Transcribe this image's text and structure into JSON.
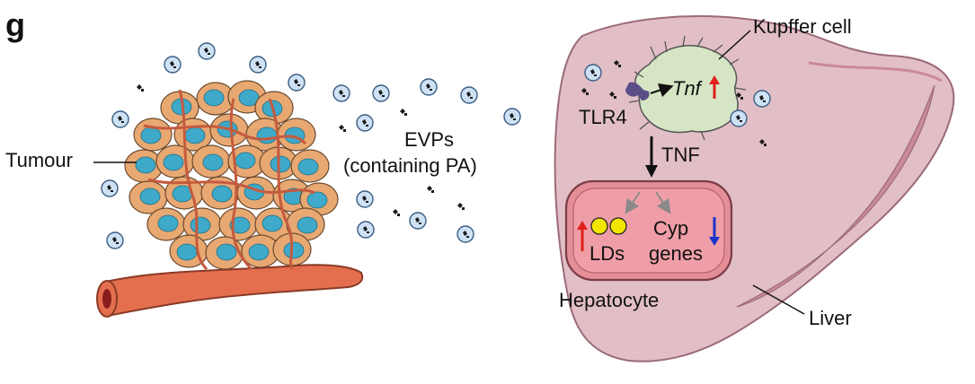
{
  "panel_letter": "g",
  "labels": {
    "tumour": "Tumour",
    "evps_line1": "EVPs",
    "evps_line2": "(containing PA)",
    "kupffer_cell": "Kupffer cell",
    "tlr4": "TLR4",
    "tnf_gene": "Tnf",
    "tnf_protein": "TNF",
    "lds": "LDs",
    "cyp_line1": "Cyp",
    "cyp_line2": "genes",
    "hepatocyte": "Hepatocyte",
    "liver": "Liver"
  },
  "colors": {
    "liver_fill": "#e2bfc7",
    "liver_stroke": "#9c6a78",
    "liver_fold": "#c98a9b",
    "kupffer_fill": "#d6e6c4",
    "hepatocyte_fill": "#e48f98",
    "hepatocyte_inner": "#ef9ea7",
    "tumour_cell": "#e8a872",
    "tumour_nucleus": "#3fa9c9",
    "vessel": "#e46f4f",
    "evp": "#cfe2f5",
    "receptor": "#5c4f88",
    "up_arrow": "#e0201b",
    "down_arrow": "#1b34c9",
    "ld": "#f3e500"
  }
}
